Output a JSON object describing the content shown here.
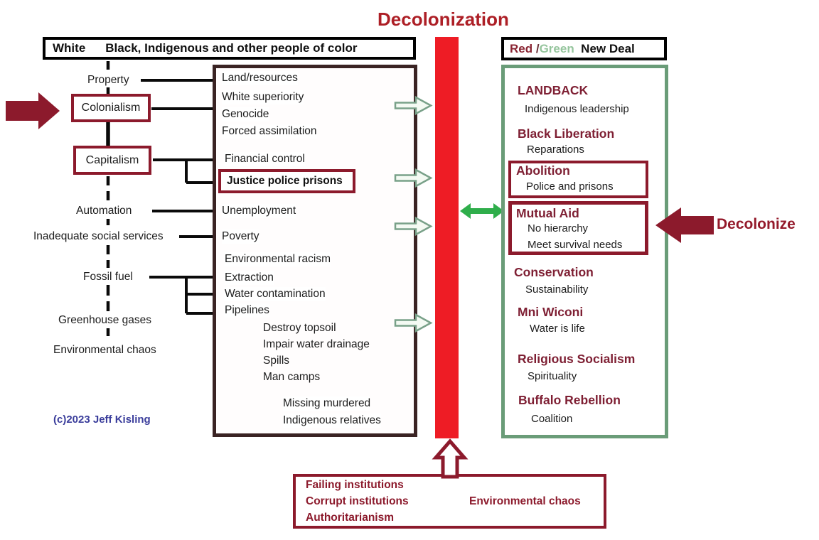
{
  "title": "Decolonization",
  "left_header": {
    "white": "White",
    "bipoc": "Black, Indigenous and other people of color"
  },
  "left_column": {
    "property": "Property",
    "colonialism": "Colonialism",
    "capitalism": "Capitalism",
    "automation": "Automation",
    "inadequate_social_services": "Inadequate social services",
    "fossil_fuel": "Fossil fuel",
    "greenhouse_gases": "Greenhouse gases",
    "environmental_chaos": "Environmental chaos",
    "copyright": "(c)2023 Jeff Kisling"
  },
  "middle_box": {
    "land_resources": "Land/resources",
    "white_superiority": "White superiority",
    "genocide": "Genocide",
    "forced_assimilation": "Forced assimilation",
    "financial_control": "Financial control",
    "justice_police_prisons": "Justice police prisons",
    "unemployment": "Unemployment",
    "poverty": "Poverty",
    "environmental_racism": "Environmental racism",
    "extraction": "Extraction",
    "water_contamination": "Water contamination",
    "pipelines": "Pipelines",
    "destroy_topsoil": "Destroy topsoil",
    "impair_water_drainage": "Impair water drainage",
    "spills": "Spills",
    "man_camps": "Man camps",
    "missing_murdered": "Missing murdered",
    "indigenous_relatives": "Indigenous relatives"
  },
  "right_header": {
    "red": "Red",
    "slash": " /",
    "green": "Green",
    "new_deal": "  New Deal"
  },
  "right_box": {
    "landback": "LANDBACK",
    "landback_sub": "Indigenous leadership",
    "black_liberation": "Black Liberation",
    "black_liberation_sub": "Reparations",
    "abolition": "Abolition",
    "abolition_sub": "Police and prisons",
    "mutual_aid": "Mutual Aid",
    "mutual_aid_sub1": "No hierarchy",
    "mutual_aid_sub2": "Meet survival needs",
    "conservation": "Conservation",
    "conservation_sub": "Sustainability",
    "mni_wiconi": "Mni Wiconi",
    "mni_wiconi_sub": "Water is life",
    "religious_socialism": "Religious Socialism",
    "religious_socialism_sub": "Spirituality",
    "buffalo_rebellion": "Buffalo Rebellion",
    "buffalo_rebellion_sub": "Coalition"
  },
  "decolonize_label": "Decolonize",
  "bottom_box": {
    "failing_institutions": "Failing institutions",
    "corrupt_institutions": "Corrupt institutions",
    "authoritarianism": "Authoritarianism",
    "environmental_chaos": "Environmental chaos"
  },
  "colors": {
    "maroon": "#8C1A2C",
    "red_bar": "#EE1C25",
    "title_red": "#AD1F26",
    "green_arrow": "#2FAE4B",
    "green_border": "#6A9C78",
    "green_text": "#95C59D",
    "dark_box_border": "#3A2323",
    "blue_text": "#3A3D9B"
  }
}
